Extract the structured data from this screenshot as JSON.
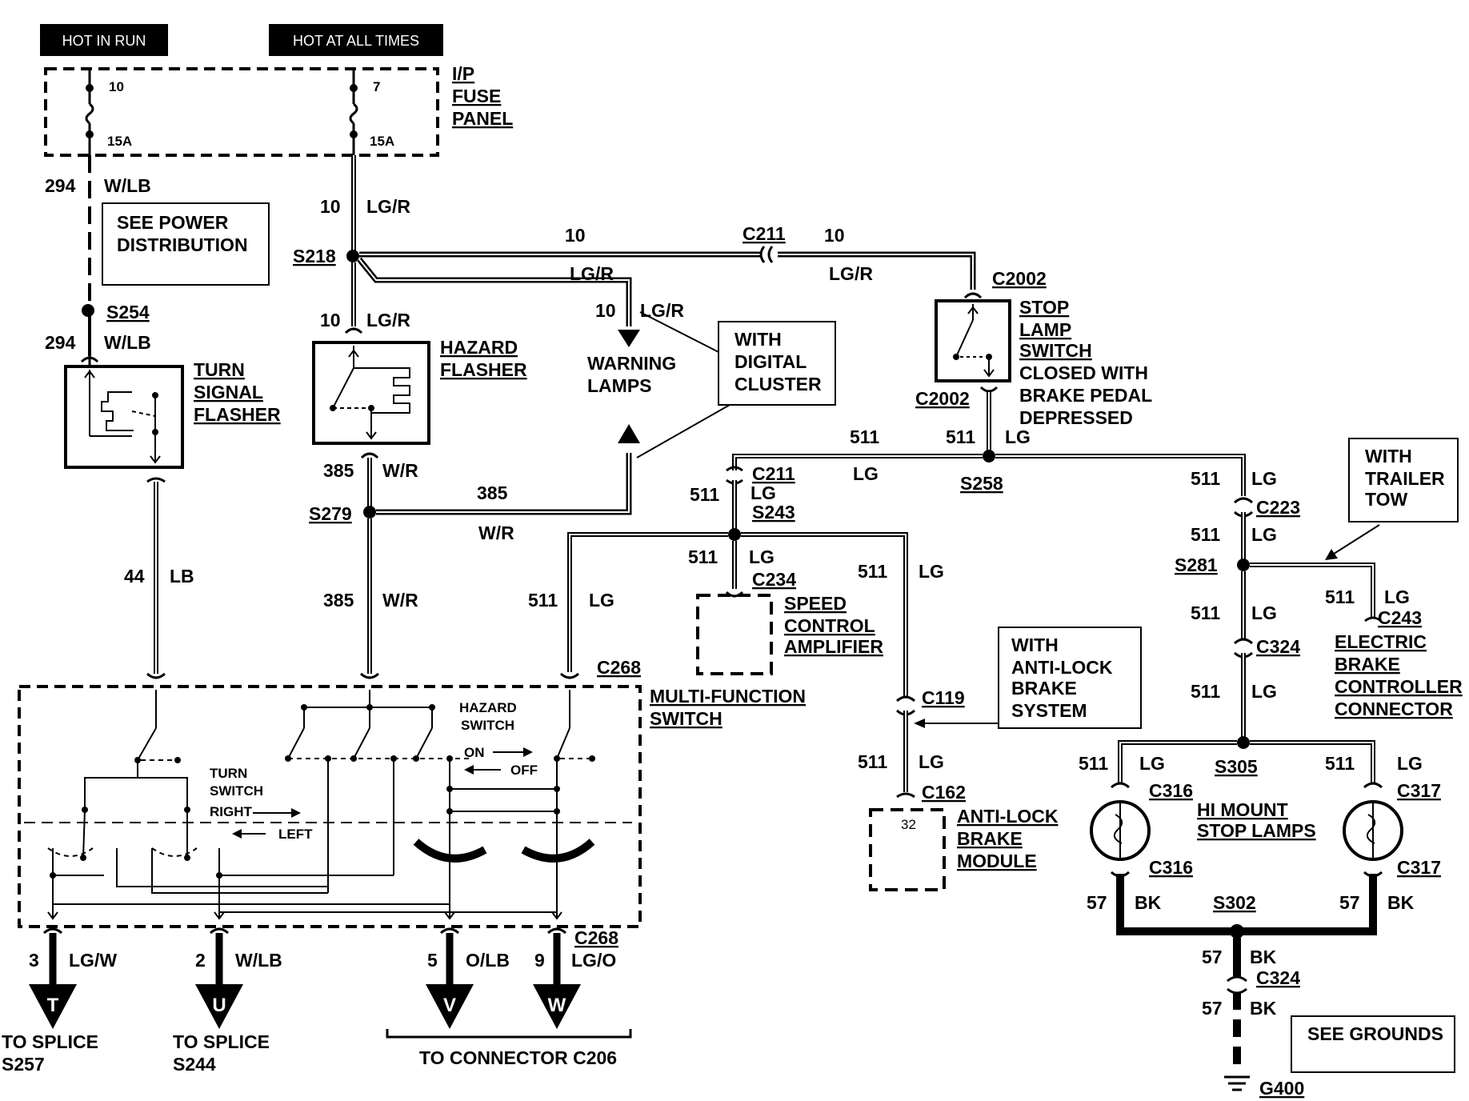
{
  "headers": {
    "hot_in_run": "HOT IN RUN",
    "hot_at_all_times": "HOT AT ALL TIMES"
  },
  "fuse_panel": {
    "l1": "I/P",
    "l2": "FUSE",
    "l3": "PANEL",
    "fuse_a_num": "10",
    "fuse_a_amp": "15A",
    "fuse_b_num": "7",
    "fuse_b_amp": "15A"
  },
  "notes": {
    "power_1": "SEE POWER",
    "power_2": "DISTRIBUTION",
    "digital_1": "WITH",
    "digital_2": "DIGITAL",
    "digital_3": "CLUSTER",
    "trailer_1": "WITH",
    "trailer_2": "TRAILER",
    "trailer_3": "TOW",
    "abs_1": "WITH",
    "abs_2": "ANTI-LOCK",
    "abs_3": "BRAKE",
    "abs_4": "SYSTEM",
    "grounds": "SEE GROUNDS"
  },
  "components": {
    "tsf_1": "TURN",
    "tsf_2": "SIGNAL",
    "tsf_3": "FLASHER",
    "hz_1": "HAZARD",
    "hz_2": "FLASHER",
    "warn_1": "WARNING",
    "warn_2": "LAMPS",
    "sls_1": "STOP",
    "sls_2": "LAMP",
    "sls_3": "SWITCH",
    "sls_4": "CLOSED WITH",
    "sls_5": "BRAKE PEDAL",
    "sls_6": "DEPRESSED",
    "spd_1": "SPEED",
    "spd_2": "CONTROL",
    "spd_3": "AMPLIFIER",
    "mfs_1": "MULTI-FUNCTION",
    "mfs_2": "SWITCH",
    "abm_1": "ANTI-LOCK",
    "abm_2": "BRAKE",
    "abm_3": "MODULE",
    "abm_pin": "32",
    "ebc_1": "ELECTRIC",
    "ebc_2": "BRAKE",
    "ebc_3": "CONTROLLER",
    "ebc_4": "CONNECTOR",
    "hms_1": "HI MOUNT",
    "hms_2": "STOP LAMPS"
  },
  "switch_labels": {
    "hazard_1": "HAZARD",
    "hazard_2": "SWITCH",
    "on": "ON",
    "off": "OFF",
    "turn_1": "TURN",
    "turn_2": "SWITCH",
    "right": "RIGHT",
    "left": "LEFT"
  },
  "splices": {
    "s218": "S218",
    "s254": "S254",
    "s279": "S279",
    "s243": "S243",
    "s258": "S258",
    "s281": "S281",
    "s305": "S305",
    "s302": "S302"
  },
  "connectors": {
    "c211a": "C211",
    "c211b": "C211",
    "c2002a": "C2002",
    "c2002b": "C2002",
    "c223": "C223",
    "c234": "C234",
    "c268a": "C268",
    "c268b": "C268",
    "c119": "C119",
    "c162": "C162",
    "c243": "C243",
    "c324a": "C324",
    "c324b": "C324",
    "c316a": "C316",
    "c316b": "C316",
    "c317a": "C317",
    "c317b": "C317",
    "g400": "G400"
  },
  "wires": {
    "n294": "294",
    "wlb": "W/LB",
    "n10": "10",
    "lgr": "LG/R",
    "n385": "385",
    "wr": "W/R",
    "n44": "44",
    "lb": "LB",
    "n511": "511",
    "lg": "LG",
    "n57": "57",
    "bk": "BK",
    "n3": "3",
    "lgw": "LG/W",
    "n2": "2",
    "n5": "5",
    "olb": "O/LB",
    "n9": "9",
    "lgo": "LG/O"
  },
  "bottom": {
    "t": "T",
    "u": "U",
    "v": "V",
    "w": "W",
    "splice_t_1": "TO SPLICE",
    "splice_t_2": "S257",
    "splice_u_1": "TO SPLICE",
    "splice_u_2": "S244",
    "to_c206": "TO CONNECTOR C206"
  }
}
